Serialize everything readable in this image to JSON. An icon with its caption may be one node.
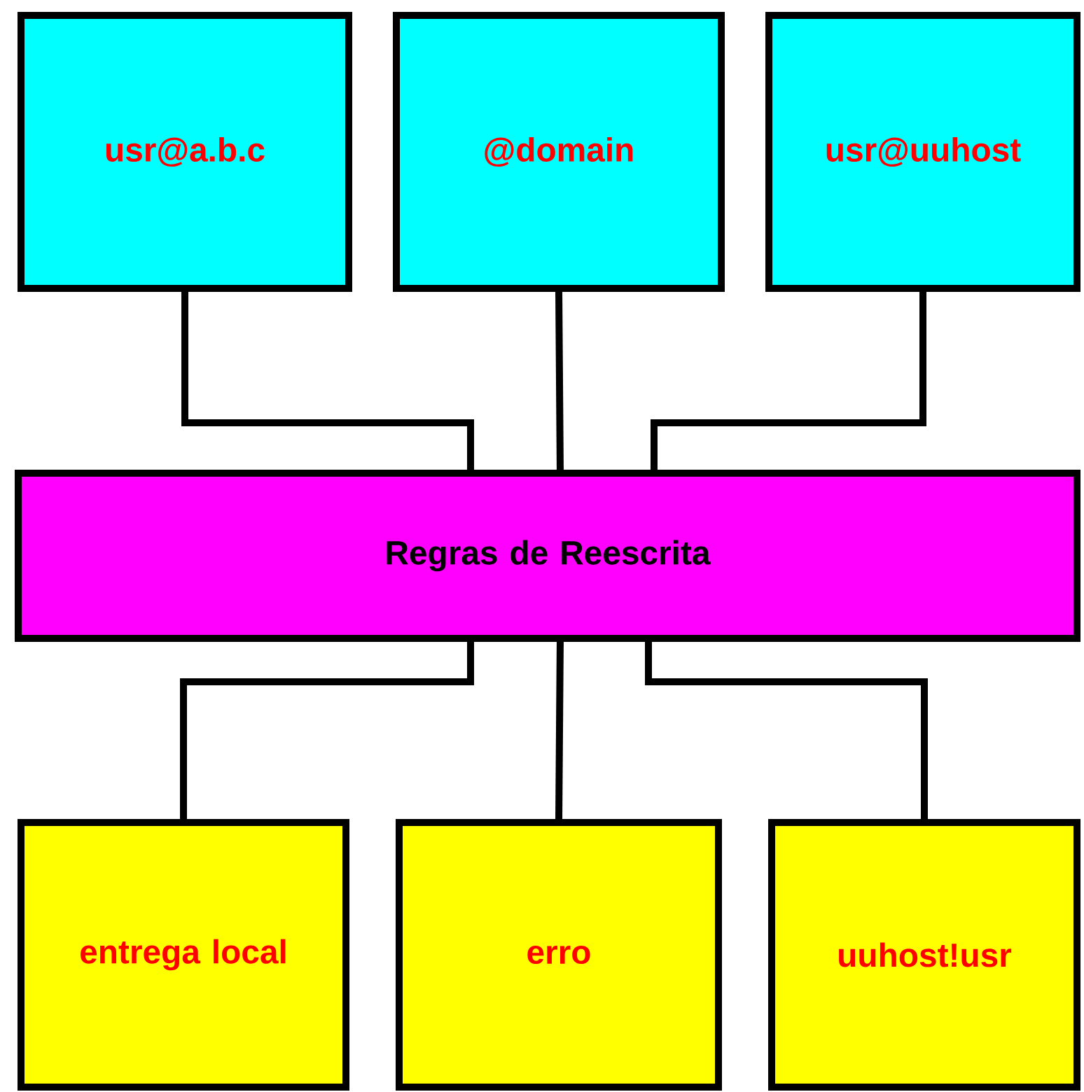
{
  "diagram": {
    "nodes": [
      {
        "text": [
          "usr@a.b.c"
        ]
      },
      {
        "text": [
          "@domain"
        ]
      },
      {
        "text": [
          "usr@uuhost"
        ]
      },
      {
        "text": [
          "Regras de Reescrita"
        ]
      },
      {
        "text": [
          "entrega local"
        ]
      },
      {
        "text": [
          "erro"
        ]
      },
      {
        "text": [
          "uuhost!usr"
        ]
      }
    ],
    "edges": [
      {
        "from": 0,
        "to": 3,
        "arrow": "none"
      },
      {
        "from": 1,
        "to": 3,
        "arrow": "none"
      },
      {
        "from": 2,
        "to": 3,
        "arrow": "none"
      },
      {
        "from": 3,
        "to": 4,
        "arrow": "none"
      },
      {
        "from": 3,
        "to": 5,
        "arrow": "none"
      },
      {
        "from": 3,
        "to": 6,
        "arrow": "none"
      }
    ]
  }
}
